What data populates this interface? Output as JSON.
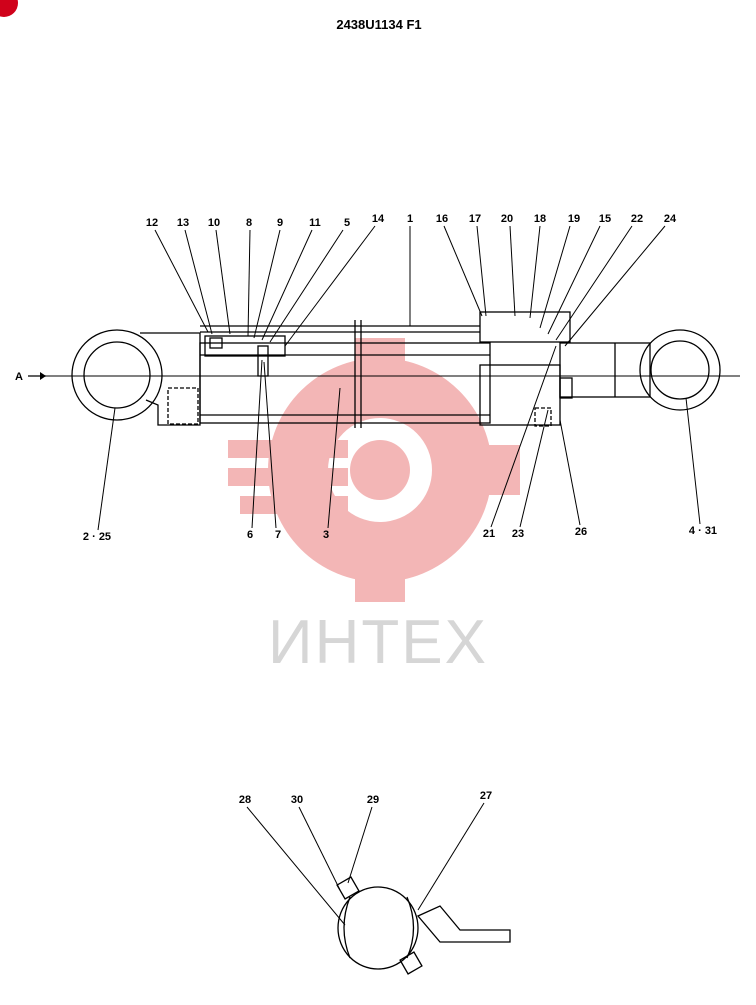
{
  "drawing": {
    "title": "2438U1134 F1",
    "view_label": "A",
    "watermark": "ИНТЕХ",
    "colors": {
      "lines": "#000000",
      "watermark_logo": "#f3b6b6",
      "watermark_text": "#d6d6d6",
      "corner_badge": "#d0021b"
    }
  },
  "callouts_main": [
    "12",
    "13",
    "10",
    "8",
    "9",
    "11",
    "5",
    "14",
    "1",
    "16",
    "17",
    "20",
    "18",
    "19",
    "15",
    "22",
    "24"
  ],
  "callouts_bottom": [
    "2 · 25",
    "6",
    "7",
    "3",
    "21",
    "23",
    "26",
    "4 · 31"
  ],
  "callouts_detail": [
    "28",
    "30",
    "29",
    "27"
  ]
}
